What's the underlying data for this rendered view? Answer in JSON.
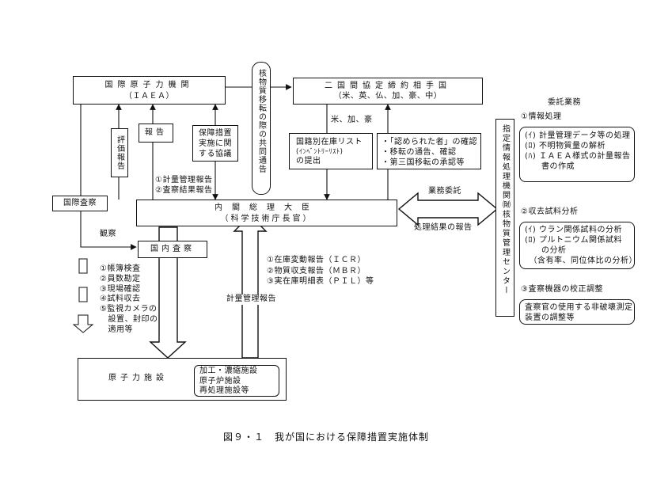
{
  "iaea": {
    "line1": "国際原子力機関",
    "line2": "（ＩＡＥＡ）"
  },
  "joint_notice": "核物質移転の際の共同通告",
  "bilateral": {
    "line1": "二国間協定締約相手国",
    "line2": "（米、英、仏、加、豪、中）"
  },
  "bilateral_sub": "米、加、豪",
  "evaluation_report": "評価報告",
  "report": "報告",
  "safeguards_agreement": [
    "保障措置",
    "実施に関",
    "する協議"
  ],
  "report_items": [
    "①計量管理報告",
    "②査察結果報告"
  ],
  "inventory_list": [
    "国籍別在庫リスト",
    "(ｲﾝﾍﾞﾝﾄﾘｰﾘｽﾄ)",
    "の提出"
  ],
  "confirm_items": [
    "・「認められた者」の確認",
    "・移転の通告、確認",
    "・第三国移転の承認等"
  ],
  "pm": {
    "line1": "内閣総理大臣",
    "line2": "（科学技術庁長官）"
  },
  "intl_inspection": "国際査察",
  "observation": "観察",
  "domestic_inspection": "国内査察",
  "inspection_items": [
    "①帳簿検査",
    "②員数勘定",
    "③現場確認",
    "④試料収去",
    "⑤監視カメラの",
    "　設置、封印の",
    "　適用等"
  ],
  "facility_reports": [
    "①在庫変動報告（ＩＣＲ）",
    "②物質収支報告（ＭＢＲ）",
    "③実在庫明細表（ＰＩＬ）等"
  ],
  "accounting_report": "計量管理報告",
  "facility": {
    "label": "原子力施設",
    "types": [
      "加工・濃縮施設",
      "原子炉施設",
      "再処理施設等"
    ]
  },
  "business_consign": "業務委託",
  "result_report": "処理結果の報告",
  "center": "指定情報処理機関㈶核物質管理センター",
  "consigned": {
    "title": "委託業務",
    "info_head": "①情報処理",
    "info_items": [
      "(ｲ) 計量管理データ等の処理",
      "(ﾛ) 不明物質量の解析",
      "(ﾊ) ＩＡＥＡ様式の計量報告",
      "　　書の作成"
    ],
    "sample_head": "②収去試料分析",
    "sample_items": [
      "(ｲ) ウラン関係試料の分析",
      "(ﾛ) プルトニウム関係試料",
      "　　の分析",
      "　（含有率、同位体比の分析）"
    ],
    "equip_head": "③査察機器の校正調整",
    "equip_items": [
      "査察官の使用する非破壊測定",
      "装置の調整等"
    ]
  },
  "caption": "図９・１　我が国における保障措置実施体制"
}
